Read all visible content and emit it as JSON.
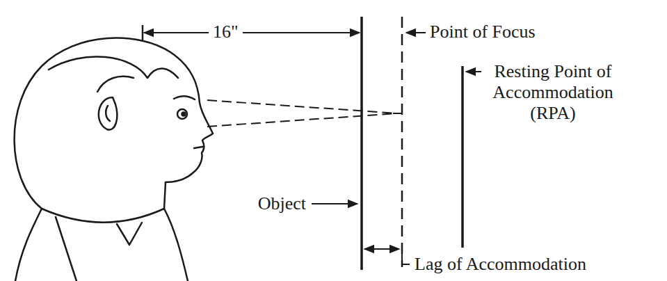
{
  "diagram": {
    "labels": [
      "16\"",
      "Point of Focus",
      "Resting Point of Accommodation (RPA)",
      "Object",
      "Lag of Accommodation"
    ]
  }
}
